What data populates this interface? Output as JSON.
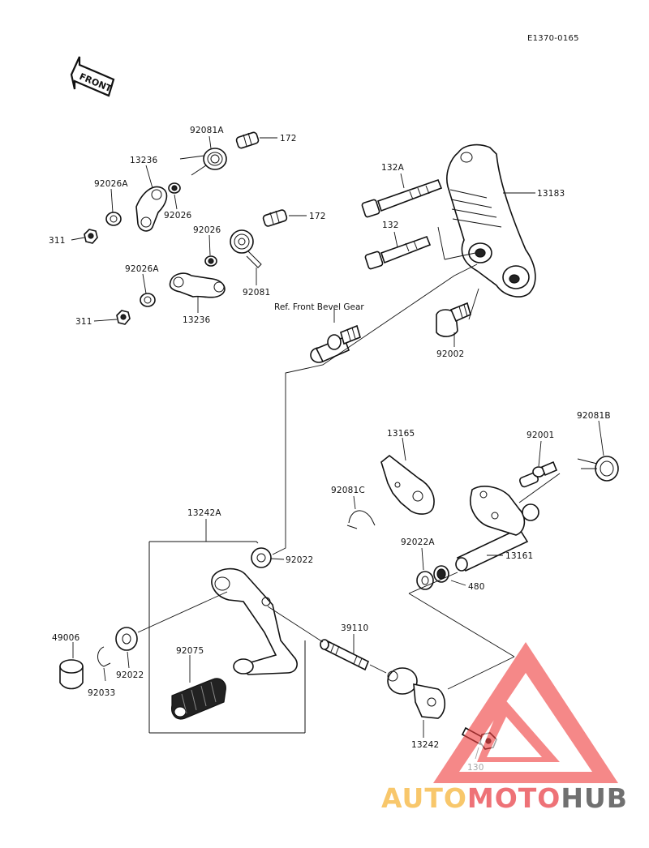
{
  "diagram_code": "E1370-0165",
  "front_arrow_label": "FRONT",
  "reference_note": "Ref. Front Bevel Gear",
  "parts": {
    "p92081A": "92081A",
    "p172_top": "172",
    "p13236_top": "13236",
    "p92026A_top": "92026A",
    "p92026_top": "92026",
    "p311_top": "311",
    "p172_mid": "172",
    "p92026_mid": "92026",
    "p92026A_mid": "92026A",
    "p92081": "92081",
    "p311_mid": "311",
    "p13236_mid": "13236",
    "p132A": "132A",
    "p13183": "13183",
    "p132": "132",
    "p92002": "92002",
    "p13165": "13165",
    "p92001": "92001",
    "p92081B": "92081B",
    "p92081C": "92081C",
    "p13161": "13161",
    "p92022A": "92022A",
    "p480": "480",
    "p13242A": "13242A",
    "p92022_right": "92022",
    "p39110": "39110",
    "p49006": "49006",
    "p92075": "92075",
    "p92022_left": "92022",
    "p92033": "92033",
    "p13242": "13242",
    "p130": "130"
  },
  "watermark": {
    "brand_part1": "AUTO",
    "brand_part2": "MOTO",
    "brand_part3": "HUB",
    "color_part1": "#f5b43a",
    "color_part2": "#e8434a",
    "color_part3": "#404040",
    "triangle_color": "#ef4040"
  }
}
